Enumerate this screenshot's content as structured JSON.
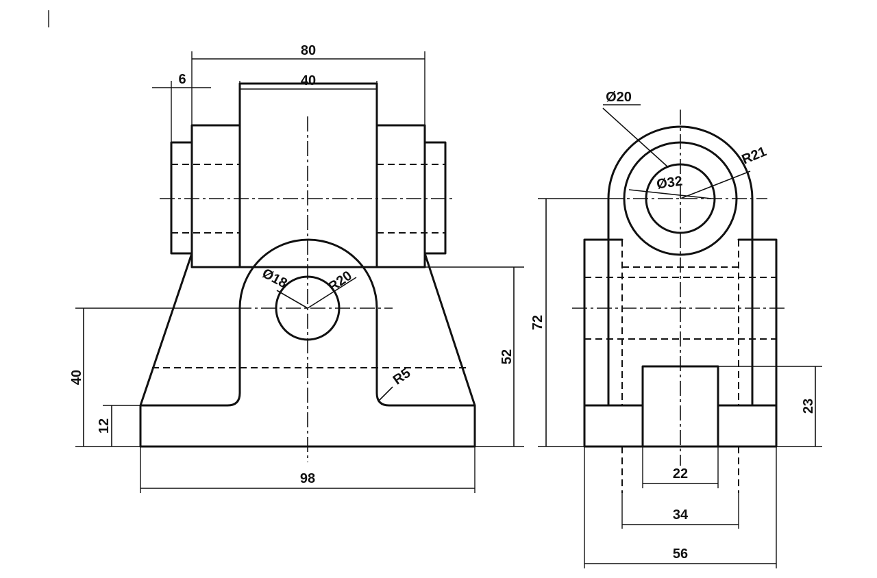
{
  "dimensions": {
    "front": {
      "overall_top": "80",
      "block_width": "40",
      "boss_width": "6",
      "bore_dia": "Ø18",
      "arch_radius": "R20",
      "fillet_radius": "R5",
      "center_height": "40",
      "base_height": "12",
      "top_height": "52",
      "base_width": "98"
    },
    "side": {
      "outer_dia": "Ø20",
      "inner_dia": "Ø32",
      "outer_radius": "R21",
      "total_height": "72",
      "slot_height": "23",
      "slot_width": "22",
      "inner_width": "34",
      "overall_width": "56"
    }
  },
  "colors": {
    "ink": "#111111",
    "paper": "#ffffff"
  }
}
